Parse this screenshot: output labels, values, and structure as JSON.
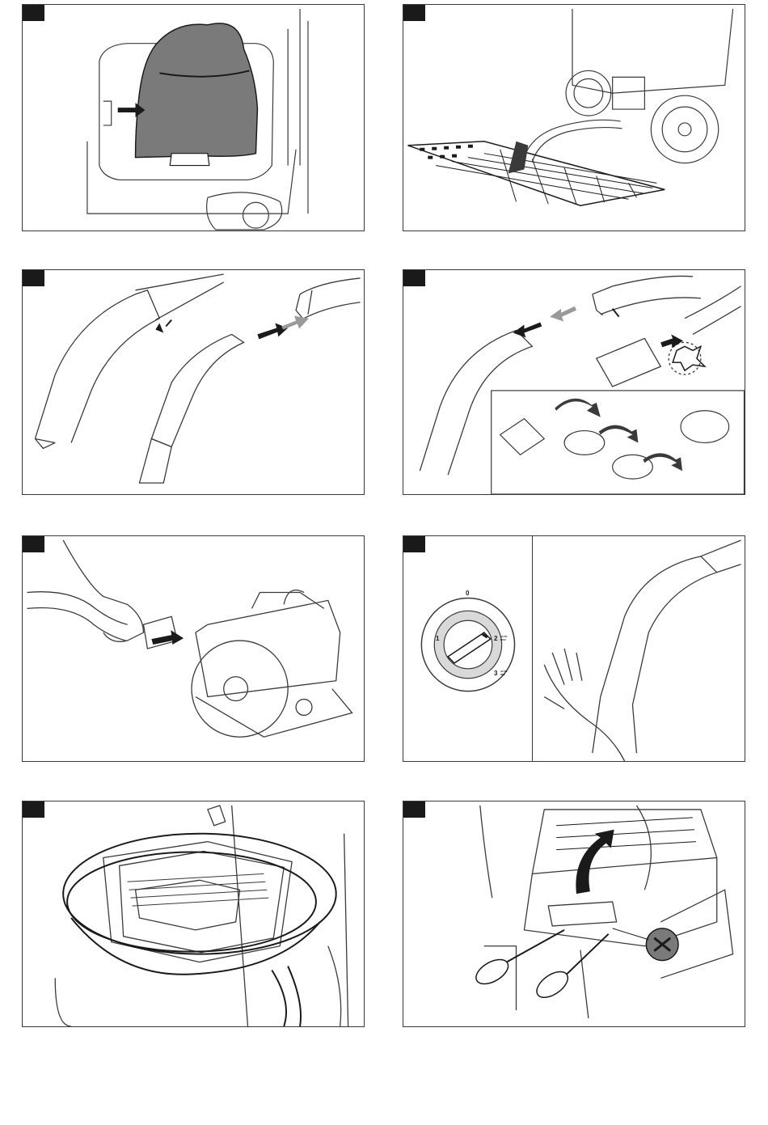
{
  "dial": {
    "position_0": "0",
    "position_1": "1",
    "position_2": "2",
    "position_3": "3",
    "position_2_caption": "AUTO MAX",
    "position_3_caption": "AUTO MIN"
  },
  "colors": {
    "line": "#3a3a3a",
    "dark_fill": "#1a1a1a",
    "bag_fill": "#7a7a7a",
    "gray_arrow": "#9a9a9a"
  }
}
